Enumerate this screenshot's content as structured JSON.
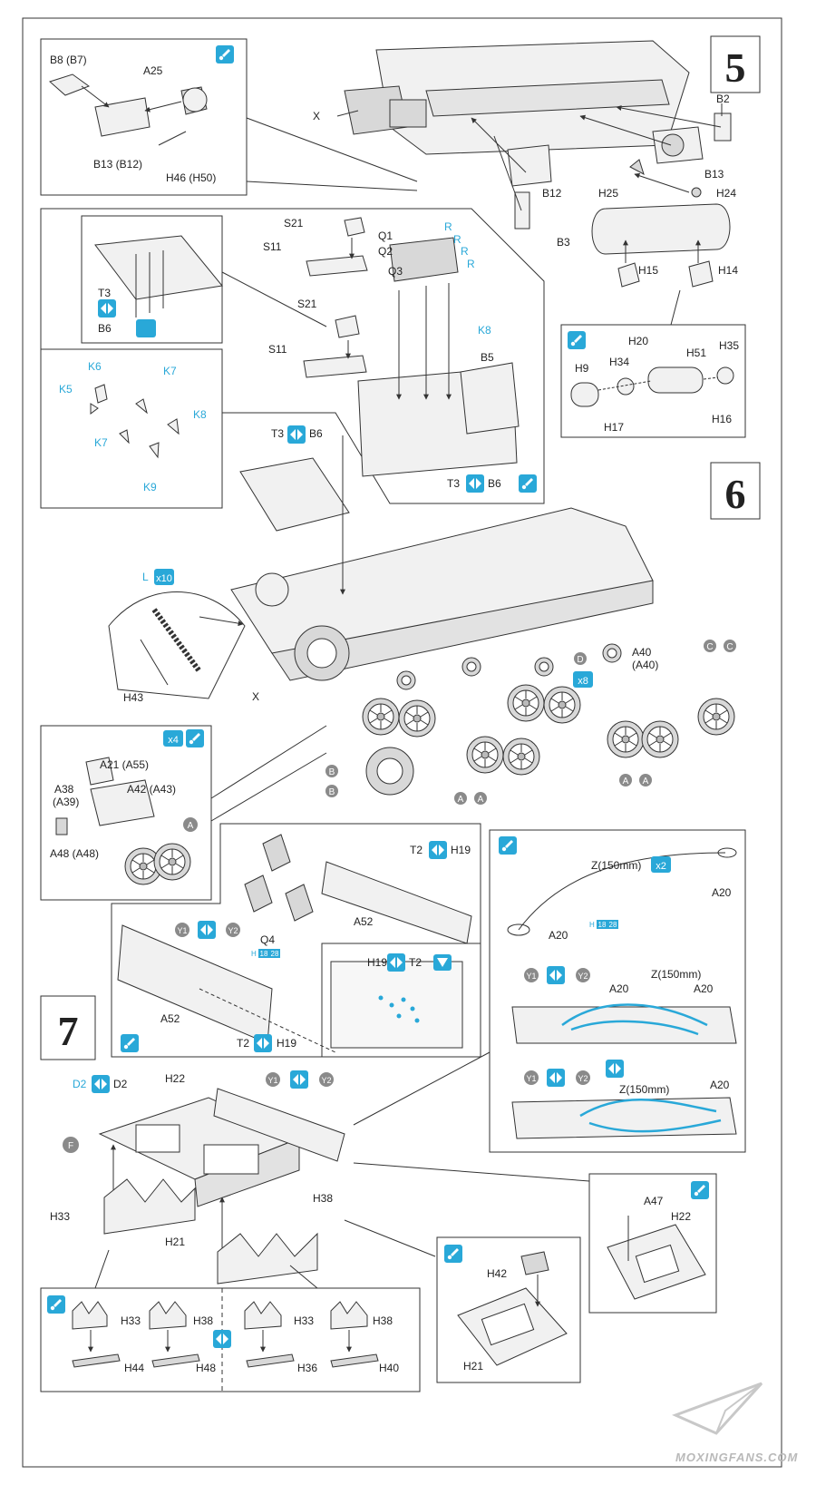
{
  "steps": {
    "step5": "5",
    "step6": "6",
    "step7": "7"
  },
  "labels": {
    "b8": "B8 (B7)",
    "a25": "A25",
    "b13_b12": "B13 (B12)",
    "h46": "H46 (H50)",
    "x_top": "X",
    "b2": "B2",
    "b12": "B12",
    "b13": "B13",
    "h25": "H25",
    "h24": "H24",
    "b3": "B3",
    "h15": "H15",
    "h14": "H14",
    "h20": "H20",
    "h51": "H51",
    "h35": "H35",
    "h9": "H9",
    "h34": "H34",
    "h17": "H17",
    "h16": "H16",
    "s21a": "S21",
    "s11a": "S11",
    "q1": "Q1",
    "q2": "Q2",
    "q3": "Q3",
    "r1": "R",
    "r2": "R",
    "r3": "R",
    "r4": "R",
    "k8_right": "K8",
    "s21b": "S21",
    "s11b": "S11",
    "b5": "B5",
    "t3": "T3",
    "b6": "B6",
    "k6": "K6",
    "k7a": "K7",
    "k5": "K5",
    "k8": "K8",
    "k7b": "K7",
    "k9": "K9",
    "t3_b6_top": "T3",
    "b6_top": "B6",
    "t3_b6_bot": "T3",
    "b6_bot": "B6",
    "l": "L",
    "x10": "x10",
    "h43": "H43",
    "x_mid": "X",
    "d": "D",
    "x8": "x8",
    "a40": "A40",
    "a40b": "(A40)",
    "c": "C",
    "c2": "C",
    "b": "B",
    "b2c": "B",
    "a_mid": "A",
    "a_mid2": "A",
    "a_right": "A",
    "a_right2": "A",
    "x4": "x4",
    "a21": "A21 (A55)",
    "a38": "A38",
    "a39": "(A39)",
    "a42": "A42 (A43)",
    "a48": "A48 (A48)",
    "a_box": "A",
    "t2_top": "T2",
    "h19_top": "H19",
    "q4": "Q4",
    "h18a": "H",
    "h18_n1": "18",
    "h18_n2": "28",
    "a52_top": "A52",
    "y1a": "Y1",
    "y2a": "Y2",
    "h19_mid": "H19",
    "t2_mid": "T2",
    "a52_low": "A52",
    "t2_low": "T2",
    "h19_low": "H19",
    "z150a": "Z(150mm)",
    "x2": "x2",
    "a20a": "A20",
    "a20b": "A20",
    "h18b": "H",
    "h18b_n1": "18",
    "h18b_n2": "28",
    "y1b": "Y1",
    "y2b": "Y2",
    "z150b": "Z(150mm)",
    "a20c": "A20",
    "a20d": "A20",
    "y1c": "Y1",
    "y2c": "Y2",
    "z150c": "Z(150mm)",
    "a20e": "A20",
    "d2a": "D2",
    "d2b": "D2",
    "h22": "H22",
    "y1d": "Y1",
    "y2d": "Y2",
    "f": "F",
    "h33": "H33",
    "h21": "H21",
    "h38": "H38",
    "a47": "A47",
    "h22b": "H22",
    "h42": "H42",
    "h21b": "H21",
    "h33b": "H33",
    "h38b": "H38",
    "h33c": "H33",
    "h38c": "H38",
    "h44": "H44",
    "h48": "H48",
    "h36": "H36",
    "h40": "H40"
  },
  "watermark": "MOXINGFANS.COM",
  "colors": {
    "accent": "#29a8d8",
    "badge": "#8a8a8a",
    "line": "#333333"
  },
  "icons": [
    "paint-brush-icon",
    "mirror-symmetric-icon",
    "watermark-logo-icon"
  ]
}
